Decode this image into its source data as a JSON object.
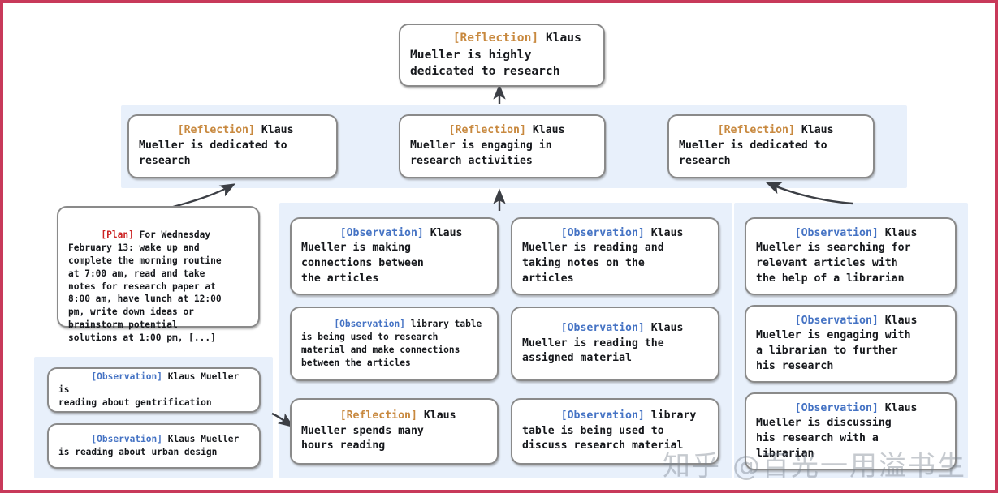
{
  "theme": {
    "page_background": "#ffffff",
    "frame_border": "#c8395a",
    "panel_background": "#e8f0fb",
    "node_border": "#8a8a8a",
    "tag_reflection_color": "#c8893f",
    "tag_observation_color": "#4573c4",
    "tag_plan_color": "#cc2222",
    "arrow_color": "#3c3f45"
  },
  "tags": {
    "reflection": "[Reflection]",
    "observation": "[Observation]",
    "plan": "[Plan]"
  },
  "top": {
    "tag": "[Reflection]",
    "text": " Klaus\nMueller is highly\ndedicated to research"
  },
  "reflections": [
    {
      "tag": "[Reflection]",
      "text": " Klaus\nMueller is dedicated to\nresearch"
    },
    {
      "tag": "[Reflection]",
      "text": " Klaus\nMueller is engaging in\nresearch activities"
    },
    {
      "tag": "[Reflection]",
      "text": " Klaus\nMueller is dedicated to\nresearch"
    }
  ],
  "plan": {
    "tag": "[Plan]",
    "text": " For Wednesday\nFebruary 13: wake up and\ncomplete the morning routine\nat 7:00 am, read and take\nnotes for research paper at\n8:00 am, have lunch at 12:00\npm, write down ideas or\nbrainstorm potential\nsolutions at 1:00 pm, [...]"
  },
  "left_observations": [
    {
      "tag": "[Observation]",
      "text": " Klaus Mueller is\nreading about gentrification"
    },
    {
      "tag": "[Observation]",
      "text": " Klaus Mueller\nis reading about urban design"
    }
  ],
  "column_a": [
    {
      "tag": "[Observation]",
      "text": " Klaus\nMueller is making\nconnections between\nthe articles"
    },
    {
      "tag": "[Observation]",
      "text": " library table\nis being used to research\nmaterial and make connections\nbetween the articles"
    },
    {
      "tag": "[Reflection]",
      "text": " Klaus\nMueller spends many\nhours reading"
    }
  ],
  "column_b": [
    {
      "tag": "[Observation]",
      "text": " Klaus\nMueller is reading and\ntaking notes on the\narticles"
    },
    {
      "tag": "[Observation]",
      "text": " Klaus\nMueller is reading the\nassigned material"
    },
    {
      "tag": "[Observation]",
      "text": " library\ntable is being used to\ndiscuss research material"
    }
  ],
  "column_c": [
    {
      "tag": "[Observation]",
      "text": " Klaus\nMueller is searching for\nrelevant articles with\nthe help of a librarian"
    },
    {
      "tag": "[Observation]",
      "text": " Klaus\nMueller is engaging with\na librarian to further\nhis research"
    },
    {
      "tag": "[Observation]",
      "text": " Klaus\nMueller is discussing\nhis research with a\nlibrarian"
    }
  ],
  "watermark": {
    "logo": "知乎",
    "handle": "@百光一用溢书生"
  }
}
